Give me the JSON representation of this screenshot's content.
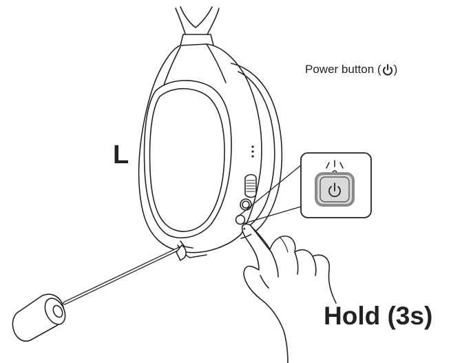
{
  "labels": {
    "side": "L",
    "power_prefix": "Power button (",
    "power_suffix": ")",
    "hold": "Hold (3s)"
  },
  "icons": {
    "power": "power-icon",
    "hand": "pointing-hand-icon",
    "headset": "headset-icon",
    "microphone": "boom-microphone-icon"
  },
  "colors": {
    "line": "#222222",
    "button_fill": "#d9d9d9",
    "button_ring": "#8a8a8a"
  }
}
